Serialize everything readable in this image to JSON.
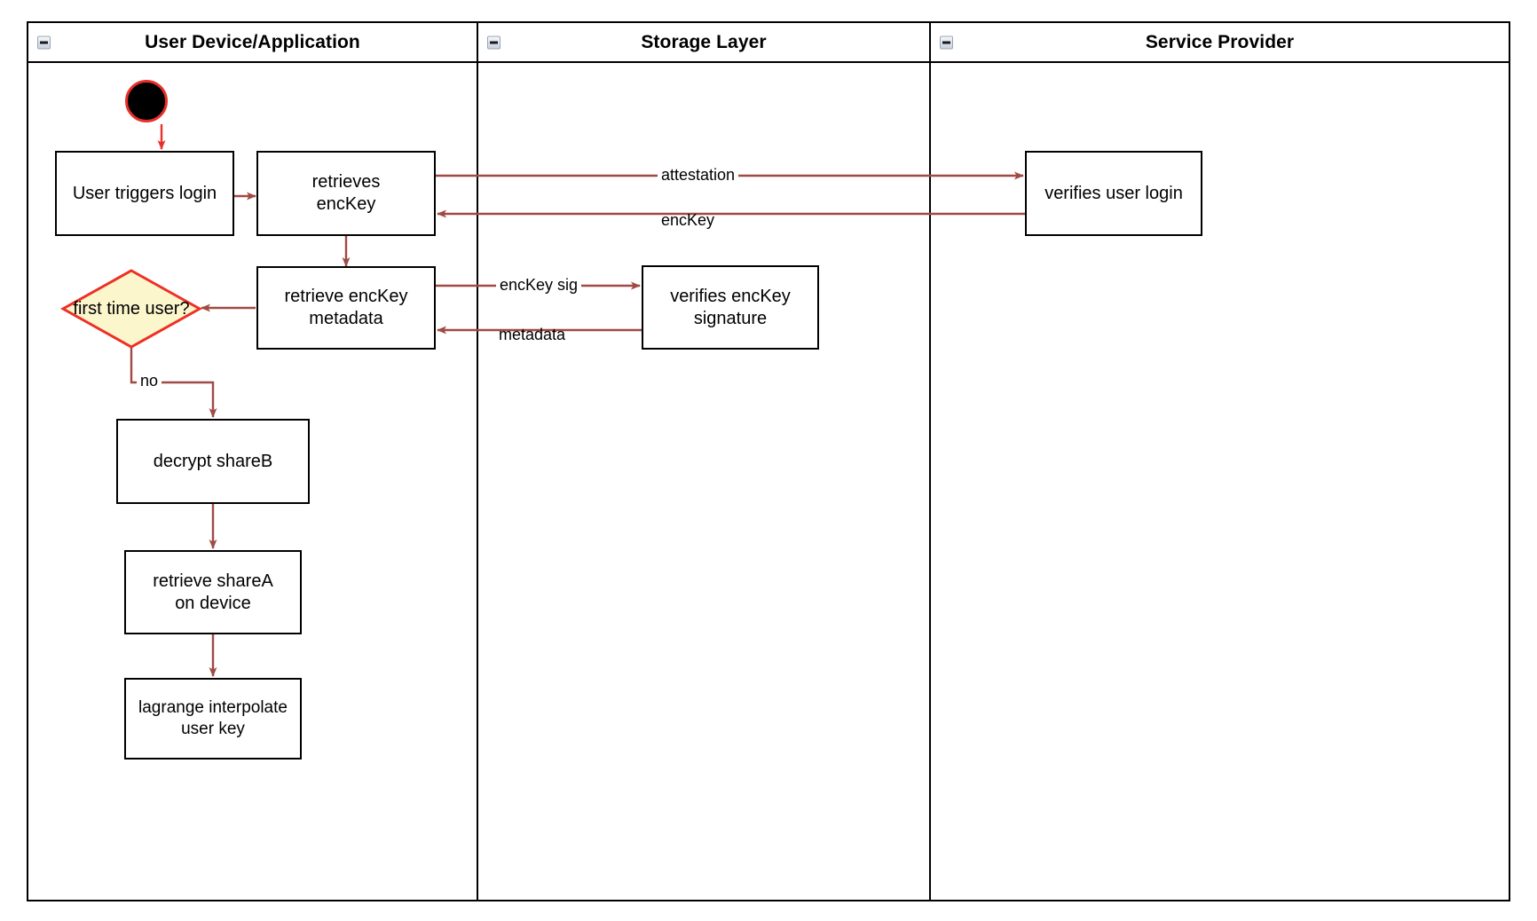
{
  "diagram": {
    "type": "swimlane-activity-diagram",
    "lanes": [
      {
        "id": "user-device",
        "title": "User Device/Application",
        "collapse_icon": "collapse-minus-icon"
      },
      {
        "id": "storage-layer",
        "title": "Storage Layer",
        "collapse_icon": "collapse-minus-icon"
      },
      {
        "id": "service-provider",
        "title": "Service Provider",
        "collapse_icon": "collapse-minus-icon"
      }
    ],
    "nodes": [
      {
        "id": "start",
        "kind": "start",
        "lane": "user-device",
        "label": ""
      },
      {
        "id": "user-triggers-login",
        "kind": "activity",
        "lane": "user-device",
        "line1": "User triggers login",
        "line2": ""
      },
      {
        "id": "retrieves-enckey",
        "kind": "activity",
        "lane": "user-device",
        "line1": "retrieves",
        "line2": "encKey"
      },
      {
        "id": "retrieve-enckey-metadata",
        "kind": "activity",
        "lane": "user-device",
        "line1": "retrieve encKey",
        "line2": "metadata"
      },
      {
        "id": "first-time-user",
        "kind": "decision",
        "lane": "user-device",
        "line1": "first time",
        "line2": "user?"
      },
      {
        "id": "decrypt-shareb",
        "kind": "activity",
        "lane": "user-device",
        "line1": "decrypt shareB",
        "line2": ""
      },
      {
        "id": "retrieve-sharea-on-device",
        "kind": "activity",
        "lane": "user-device",
        "line1": "retrieve shareA",
        "line2": "on device"
      },
      {
        "id": "lagrange-interpolate-user-key",
        "kind": "activity",
        "lane": "user-device",
        "line1": "lagrange interpolate",
        "line2": "user key"
      },
      {
        "id": "verifies-enckey-signature",
        "kind": "activity",
        "lane": "storage-layer",
        "line1": "verifies encKey",
        "line2": "signature"
      },
      {
        "id": "verifies-user-login",
        "kind": "activity",
        "lane": "service-provider",
        "line1": "verifies user login",
        "line2": ""
      }
    ],
    "edges": [
      {
        "id": "start-to-login",
        "from": "start",
        "to": "user-triggers-login",
        "label": ""
      },
      {
        "id": "login-to-retrieves",
        "from": "user-triggers-login",
        "to": "retrieves-enckey",
        "label": ""
      },
      {
        "id": "retrieves-to-provider",
        "from": "retrieves-enckey",
        "to": "verifies-user-login",
        "label": "attestation"
      },
      {
        "id": "provider-to-retrieves",
        "from": "verifies-user-login",
        "to": "retrieves-enckey",
        "label": "encKey"
      },
      {
        "id": "retrieves-to-metadata",
        "from": "retrieves-enckey",
        "to": "retrieve-enckey-metadata",
        "label": ""
      },
      {
        "id": "metadata-to-storage",
        "from": "retrieve-enckey-metadata",
        "to": "verifies-enckey-signature",
        "label": "encKey sig"
      },
      {
        "id": "storage-to-metadata",
        "from": "verifies-enckey-signature",
        "to": "retrieve-enckey-metadata",
        "label": "metadata"
      },
      {
        "id": "metadata-to-decision",
        "from": "retrieve-enckey-metadata",
        "to": "first-time-user",
        "label": ""
      },
      {
        "id": "decision-to-decrypt",
        "from": "first-time-user",
        "to": "decrypt-shareb",
        "label": "no"
      },
      {
        "id": "decrypt-to-sharea",
        "from": "decrypt-shareb",
        "to": "retrieve-sharea-on-device",
        "label": ""
      },
      {
        "id": "sharea-to-lagrange",
        "from": "retrieve-sharea-on-device",
        "to": "lagrange-interpolate-user-key",
        "label": ""
      }
    ],
    "labels": {
      "attestation": "attestation",
      "enckey": "encKey",
      "enckey_sig": "encKey sig",
      "metadata": "metadata",
      "no": "no"
    },
    "colors": {
      "edge": "#a04a44",
      "start_ring": "#e8302a",
      "decision_border": "#ee2f24",
      "decision_fill": "#fcf6cd",
      "lane_border": "#000000",
      "node_border": "#000000",
      "text": "#000000",
      "background": "#ffffff"
    }
  }
}
